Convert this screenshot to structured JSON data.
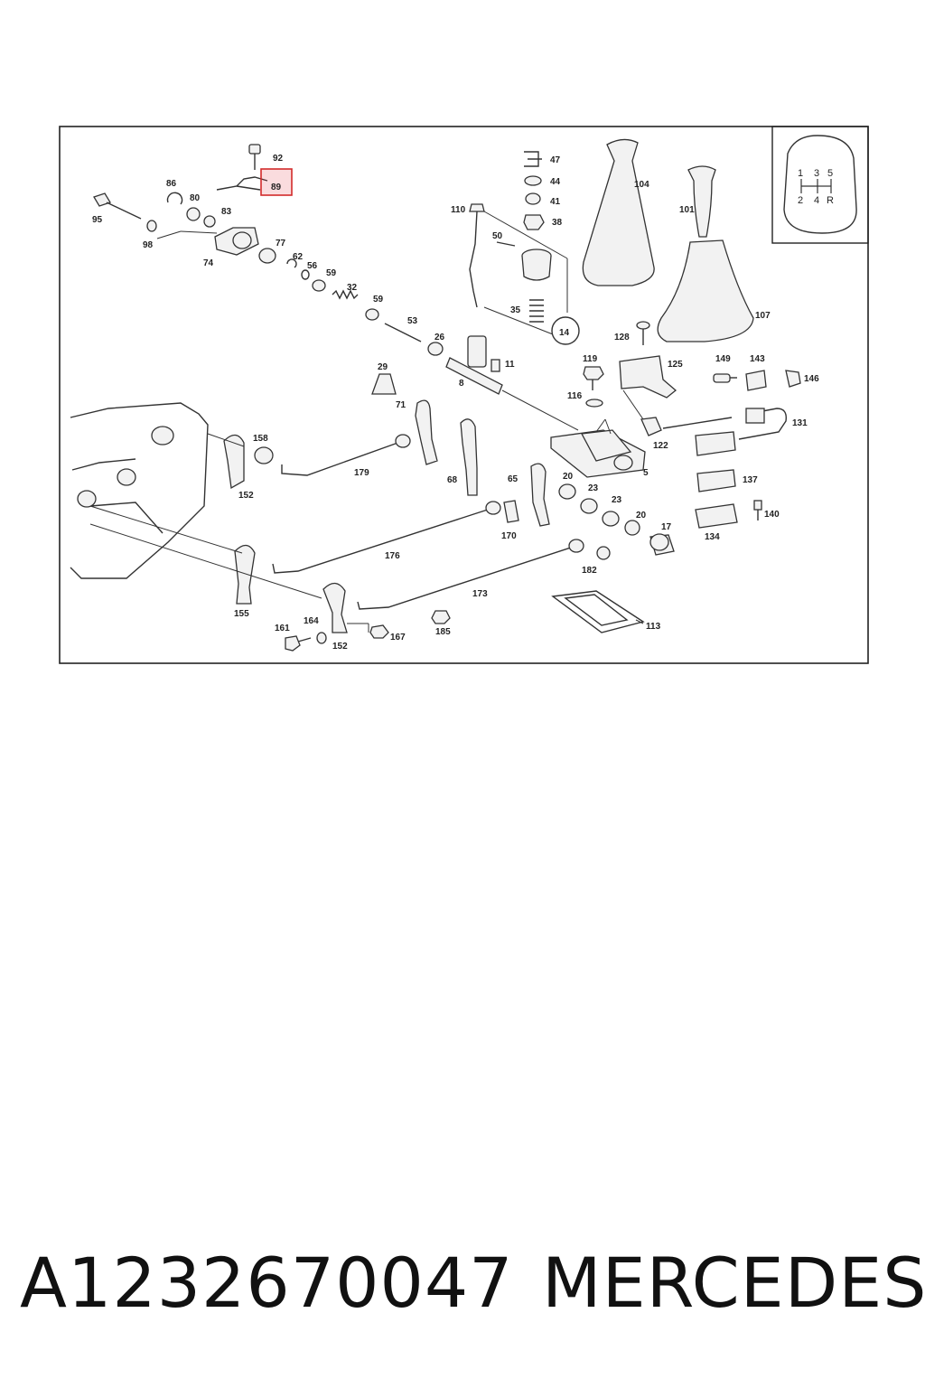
{
  "diagram": {
    "highlighted_part": "89",
    "shift_pattern": {
      "top": [
        "1",
        "3",
        "5"
      ],
      "bottom": [
        "2",
        "4",
        "R"
      ]
    },
    "callouts": [
      "92",
      "89",
      "86",
      "80",
      "83",
      "95",
      "98",
      "74",
      "77",
      "62",
      "56",
      "59",
      "32",
      "59",
      "53",
      "26",
      "47",
      "44",
      "41",
      "38",
      "110",
      "50",
      "35",
      "14",
      "104",
      "101",
      "107",
      "128",
      "119",
      "125",
      "149",
      "143",
      "146",
      "116",
      "131",
      "122",
      "5",
      "11",
      "8",
      "29",
      "71",
      "158",
      "152",
      "179",
      "68",
      "65",
      "20",
      "23",
      "23",
      "20",
      "17",
      "137",
      "140",
      "134",
      "170",
      "176",
      "182",
      "155",
      "173",
      "161",
      "164",
      "152",
      "167",
      "185",
      "113"
    ]
  },
  "footer": {
    "part_number": "A1232670047",
    "brand": "MERCEDES"
  }
}
